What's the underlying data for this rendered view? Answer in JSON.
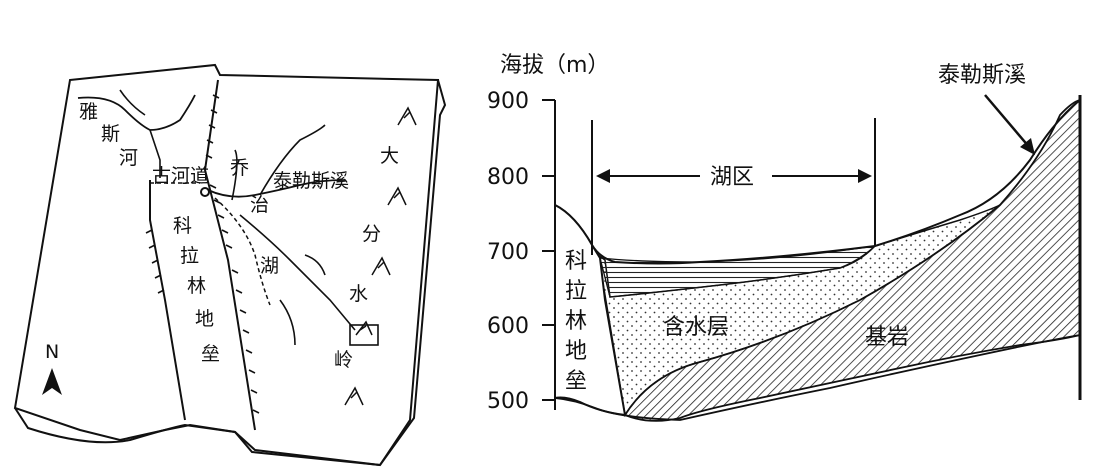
{
  "map": {
    "north": "N",
    "river_yasi": [
      "雅",
      "斯",
      "河"
    ],
    "old_channel": "古河道",
    "qiao": "乔",
    "zhi": "治",
    "hu": "湖",
    "taylor_creek": "泰勒斯溪",
    "horst": [
      "科",
      "拉",
      "林",
      "地",
      "垒"
    ],
    "divide": [
      "大",
      "分",
      "水",
      "岭"
    ]
  },
  "section": {
    "ylabel": "海拔（m）",
    "ticks": [
      "900",
      "800",
      "700",
      "600",
      "500"
    ],
    "taylor_creek": "泰勒斯溪",
    "lake_zone": "湖区",
    "horst": [
      "科",
      "拉",
      "林",
      "地",
      "垒"
    ],
    "aquifer": "含水层",
    "bedrock": "基岩"
  },
  "colors": {
    "ink": "#111111",
    "paper": "#ffffff"
  }
}
